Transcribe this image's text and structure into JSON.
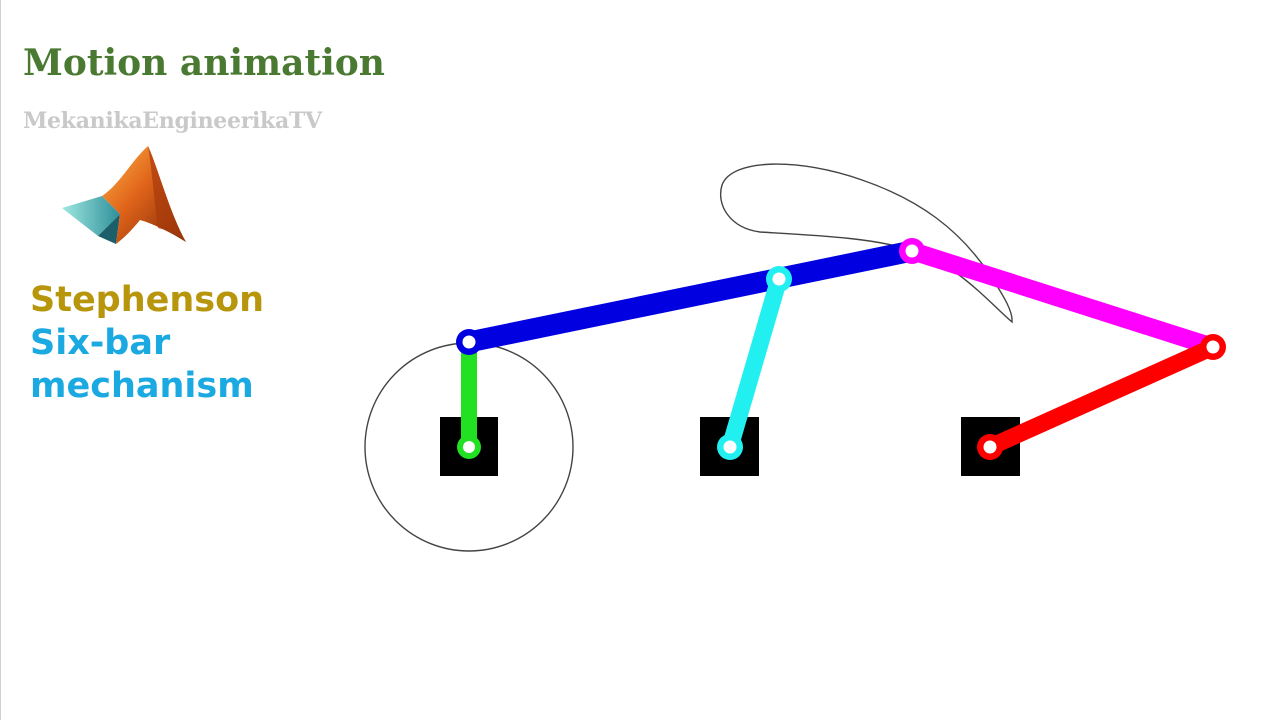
{
  "header": {
    "title": "Motion animation",
    "channel": "MekanikaEngineerikaTV"
  },
  "labels": [
    {
      "text": "Stephenson",
      "color": "#b8960c"
    },
    {
      "text": "Six-bar",
      "color": "#1aa9e0"
    },
    {
      "text": "mechanism",
      "color": "#1aa9e0"
    }
  ],
  "icons": {
    "logo": "matlab-membrane-logo"
  },
  "colors": {
    "title": "#4a7a32",
    "channel": "#c9c9c9",
    "crank": "#22e022",
    "coupler": "#0000e0",
    "rocker": "#22f0f0",
    "upper_link": "#ff00ff",
    "output_link": "#ff0000",
    "ground": "#000000",
    "trace": "#444444"
  }
}
